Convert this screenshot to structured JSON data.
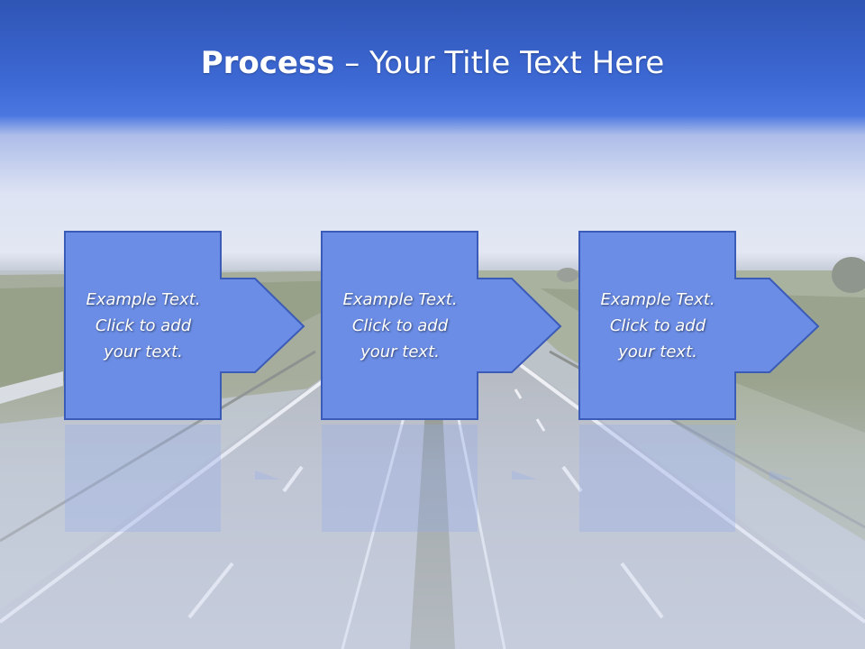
{
  "slide": {
    "title_bold": "Process",
    "title_rest": " – Your Title Text Here"
  },
  "steps": [
    {
      "line1": "Example Text.",
      "line2": "Click  to add",
      "line3": "your text."
    },
    {
      "line1": "Example Text.",
      "line2": "Click  to add",
      "line3": "your text."
    },
    {
      "line1": "Example Text.",
      "line2": "Click  to add",
      "line3": "your text."
    }
  ],
  "colors": {
    "title_band": "#3e6ad6",
    "box_fill": "#6b8de6",
    "box_border": "#3a5bb8",
    "text": "#ffffff"
  }
}
